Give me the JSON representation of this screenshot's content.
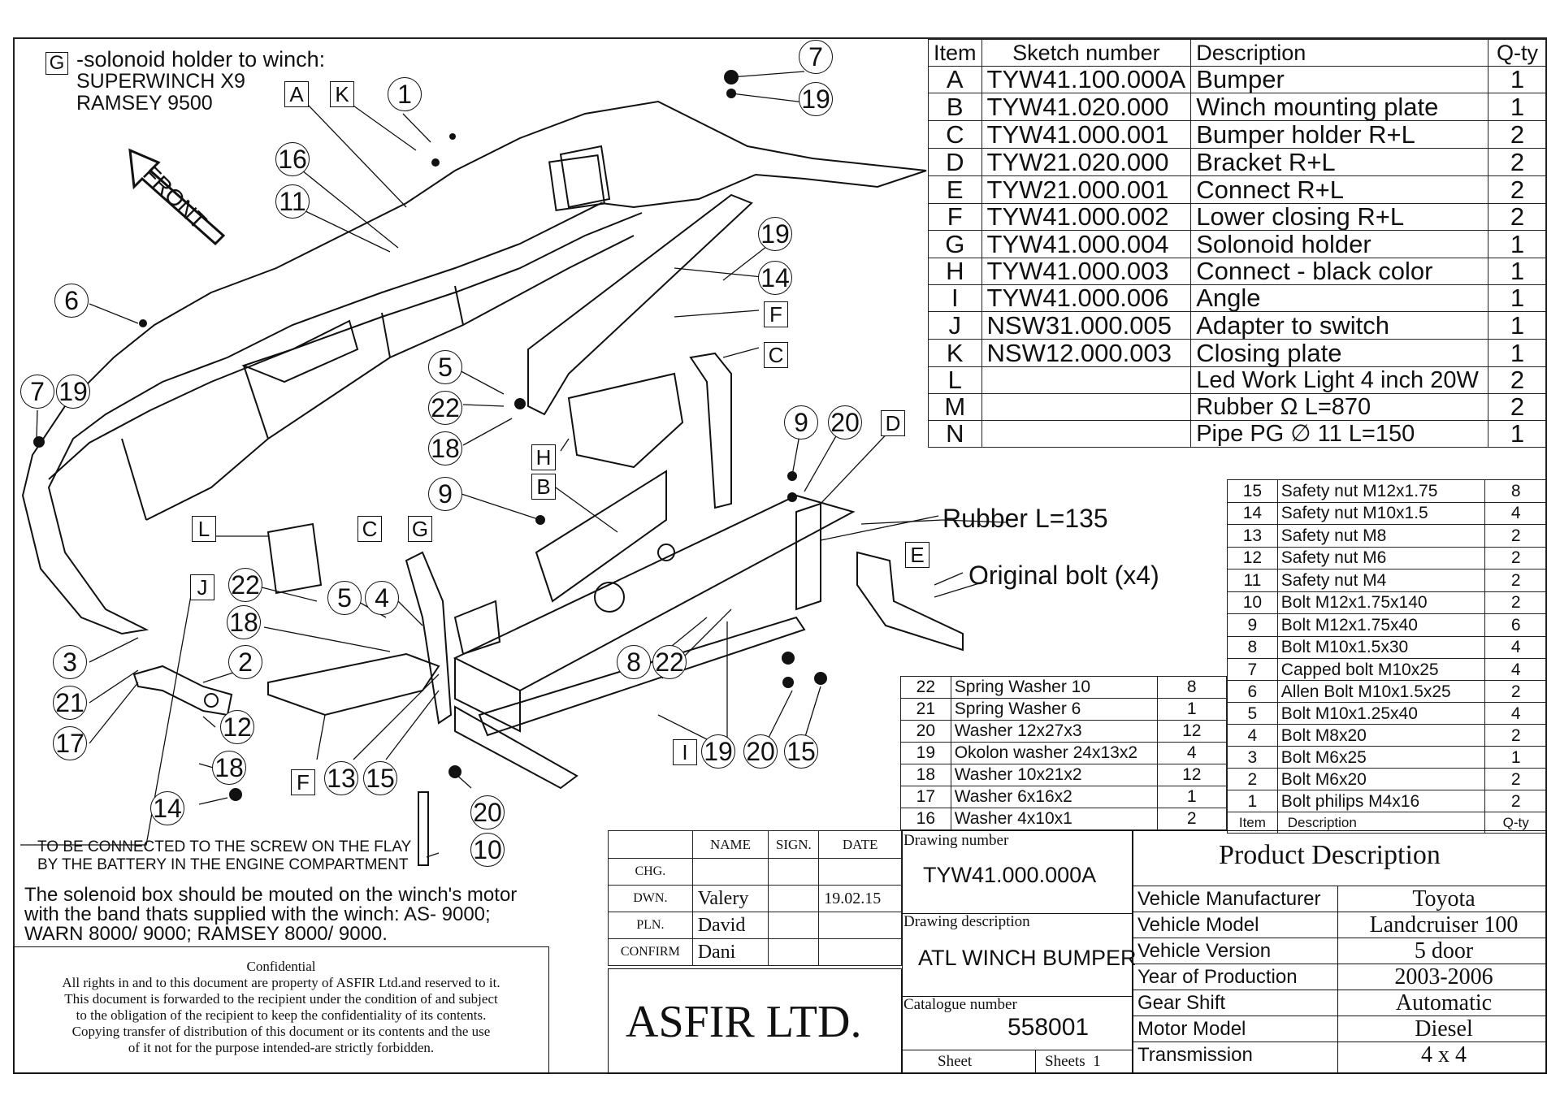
{
  "notes": {
    "solenoid_letter": "G",
    "solenoid_line1": "-solonoid holder to winch:",
    "solenoid_line2": "SUPERWINCH X9",
    "solenoid_line3": "RAMSEY 9500",
    "front_label": "FRONT",
    "rubber_label": "Rubber L=135",
    "original_bolt": "Original bolt (x4)",
    "connect_line1": "TO BE CONNECTED TO THE SCREW ON THE FLAY",
    "connect_line2": "BY THE BATTERY IN THE ENGINE COMPARTMENT",
    "solenoid_box_line1": "The solenoid box should be mouted on the winch's motor",
    "solenoid_box_line2": "with the band thats supplied with the winch: AS- 9000;",
    "solenoid_box_line3": "WARN 8000/ 9000; RAMSEY 8000/ 9000."
  },
  "confidential": {
    "title": "Confidential",
    "line1": "All rights in and to this document are property of ASFIR Ltd.and reserved to it.",
    "line2": "This document is forwarded to the recipient under the condition of and subject",
    "line3": "to the obligation of the recipient to keep the confidentiality of its contents.",
    "line4": "Copying transfer of distribution of this document or its contents and the use",
    "line5": "of it not for the purpose intended-are strictly forbidden."
  },
  "parts_main": {
    "headers": [
      "Item",
      "Sketch number",
      "Description",
      "Q-ty"
    ],
    "rows": [
      [
        "A",
        "TYW41.100.000A",
        "Bumper",
        "1"
      ],
      [
        "B",
        "TYW41.020.000",
        "Winch  mounting plate",
        "1"
      ],
      [
        "C",
        "TYW41.000.001",
        "Bumper holder R+L",
        "2"
      ],
      [
        "D",
        "TYW21.020.000",
        "Bracket R+L",
        "2"
      ],
      [
        "E",
        "TYW21.000.001",
        "Connect R+L",
        "2"
      ],
      [
        "F",
        "TYW41.000.002",
        "Lower closing R+L",
        "2"
      ],
      [
        "G",
        "TYW41.000.004",
        "Solonoid holder",
        "1"
      ],
      [
        "H",
        "TYW41.000.003",
        "Connect - black color",
        "1"
      ],
      [
        "I",
        "TYW41.000.006",
        "Angle",
        "1"
      ],
      [
        "J",
        "NSW31.000.005",
        "Adapter to switch",
        "1"
      ],
      [
        "K",
        "NSW12.000.003",
        "Closing plate",
        "1"
      ],
      [
        "L",
        "",
        "Led Work Light 4 inch 20W",
        "2"
      ],
      [
        "M",
        "",
        "Rubber  Ω  L=870",
        "2"
      ],
      [
        "N",
        "",
        "Pipe PG ∅ 11 L=150",
        "1"
      ]
    ]
  },
  "parts_small": {
    "left_rows": [
      [
        "22",
        "Spring Washer 10",
        "8"
      ],
      [
        "21",
        "Spring Washer 6",
        "1"
      ],
      [
        "20",
        "Washer 12x27x3",
        "12"
      ],
      [
        "19",
        "Okolon washer 24x13x2",
        "4"
      ],
      [
        "18",
        "Washer 10x21x2",
        "12"
      ],
      [
        "17",
        "Washer 6x16x2",
        "1"
      ],
      [
        "16",
        "Washer 4x10x1",
        "2"
      ]
    ],
    "right_rows": [
      [
        "15",
        "Safety nut M12x1.75",
        "8"
      ],
      [
        "14",
        "Safety nut M10x1.5",
        "4"
      ],
      [
        "13",
        "Safety nut M8",
        "2"
      ],
      [
        "12",
        "Safety nut M6",
        "2"
      ],
      [
        "11",
        "Safety nut M4",
        "2"
      ],
      [
        "10",
        "Bolt M12x1.75x140",
        "2"
      ],
      [
        "9",
        "Bolt M12x1.75x40",
        "6"
      ],
      [
        "8",
        "Bolt M10x1.5x30",
        "4"
      ],
      [
        "7",
        "Capped bolt M10x25",
        "4"
      ],
      [
        "6",
        "Allen Bolt  M10x1.5x25",
        "2"
      ],
      [
        "5",
        "Bolt M10x1.25x40",
        "4"
      ],
      [
        "4",
        "Bolt M8x20",
        "2"
      ],
      [
        "3",
        "Bolt M6x25",
        "1"
      ],
      [
        "2",
        "Bolt M6x20",
        "2"
      ],
      [
        "1",
        "Bolt philips M4x16",
        "2"
      ]
    ],
    "footer": [
      "Item",
      "Description",
      "Q-ty"
    ]
  },
  "title_block": {
    "col_headers": [
      "NAME",
      "SIGN.",
      "DATE"
    ],
    "rows": [
      {
        "role": "CHG.",
        "name": "",
        "date": ""
      },
      {
        "role": "DWN.",
        "name": "Valery",
        "date": "19.02.15"
      },
      {
        "role": "PLN.",
        "name": "David",
        "date": ""
      },
      {
        "role": "CONFIRM",
        "name": "Dani",
        "date": ""
      }
    ],
    "company": "ASFIR LTD.",
    "drawing_number_label": "Drawing number",
    "drawing_number": "TYW41.000.000A",
    "drawing_description_label": "Drawing description",
    "drawing_description": "ATL WINCH BUMPER",
    "catalogue_label": "Catalogue number",
    "catalogue_number": "558001",
    "sheet_label": "Sheet",
    "sheets_label": "Sheets",
    "sheets_value": "1"
  },
  "product": {
    "title": "Product  Description",
    "rows": [
      [
        "Vehicle Manufacturer",
        "Toyota"
      ],
      [
        "Vehicle Model",
        "Landcruiser 100"
      ],
      [
        "Vehicle Version",
        "5 door"
      ],
      [
        "Year of Production",
        "2003-2006"
      ],
      [
        "Gear Shift",
        "Automatic"
      ],
      [
        "Motor Model",
        "Diesel"
      ],
      [
        "Transmission",
        "4 x 4"
      ]
    ]
  },
  "callouts": {
    "numbers": [
      "7",
      "19",
      "1",
      "16",
      "11",
      "6",
      "7",
      "19",
      "19",
      "14",
      "5",
      "22",
      "18",
      "9",
      "9",
      "20",
      "3",
      "21",
      "17",
      "2",
      "12",
      "22",
      "5",
      "4",
      "18",
      "8",
      "22",
      "19",
      "20",
      "15",
      "18",
      "14",
      "13",
      "15",
      "20",
      "10"
    ],
    "letters": [
      "A",
      "K",
      "F",
      "C",
      "H",
      "B",
      "D",
      "L",
      "C",
      "G",
      "J",
      "E",
      "F",
      "I"
    ]
  }
}
